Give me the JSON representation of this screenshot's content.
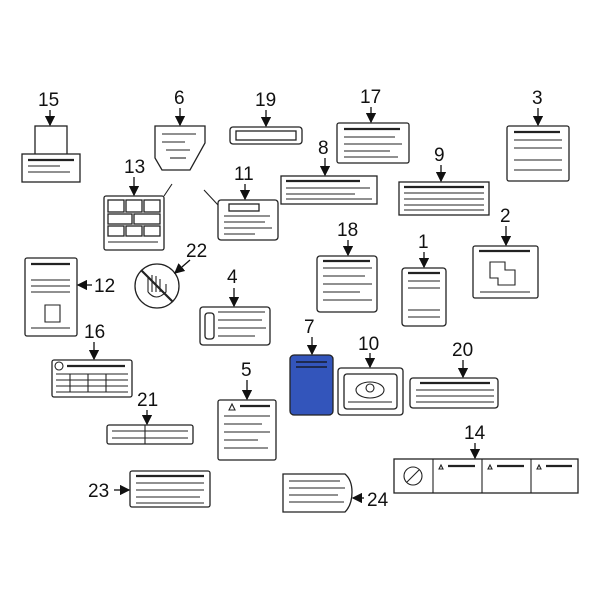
{
  "diagram": {
    "callouts": [
      "1",
      "2",
      "3",
      "4",
      "5",
      "6",
      "7",
      "8",
      "9",
      "10",
      "11",
      "12",
      "13",
      "14",
      "15",
      "16",
      "17",
      "18",
      "19",
      "20",
      "21",
      "22",
      "23",
      "24"
    ],
    "highlight_color": "#3355bb"
  }
}
